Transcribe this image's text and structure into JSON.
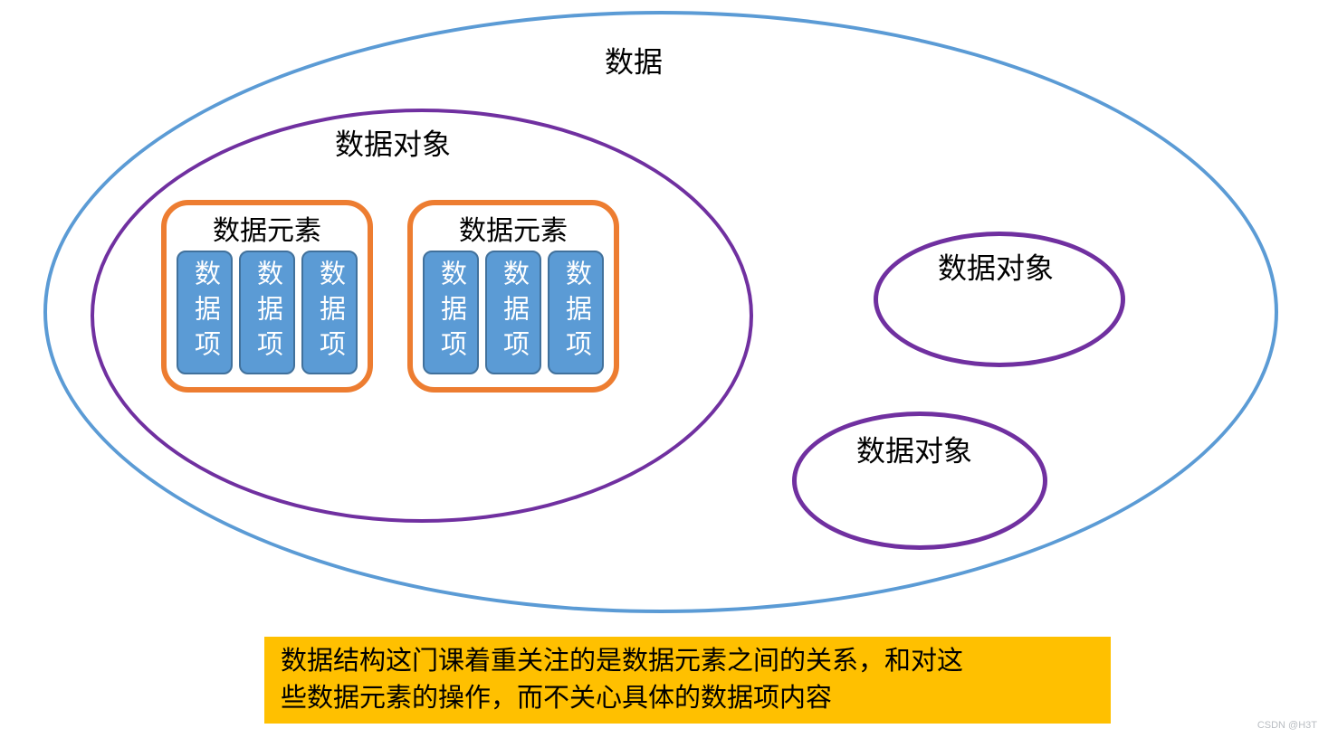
{
  "diagram": {
    "outer": {
      "label": "数据"
    },
    "main_object": {
      "label": "数据对象",
      "elements": [
        {
          "label": "数据元素",
          "items": [
            "数据项",
            "数据项",
            "数据项"
          ]
        },
        {
          "label": "数据元素",
          "items": [
            "数据项",
            "数据项",
            "数据项"
          ]
        }
      ]
    },
    "other_objects": [
      {
        "label": "数据对象"
      },
      {
        "label": "数据对象"
      }
    ]
  },
  "caption": {
    "lines": [
      "数据结构这门课着重关注的是数据元素之间的关系，和对这",
      "些数据元素的操作，而不关心具体的数据项内容"
    ]
  },
  "watermark": "CSDN @H3T",
  "colors": {
    "outer_ellipse": "#5B9BD5",
    "object_ellipse": "#7030A0",
    "element_border": "#ED7D31",
    "item_fill": "#5B9BD5",
    "item_border": "#41719C",
    "caption_bg": "#FFC000"
  }
}
